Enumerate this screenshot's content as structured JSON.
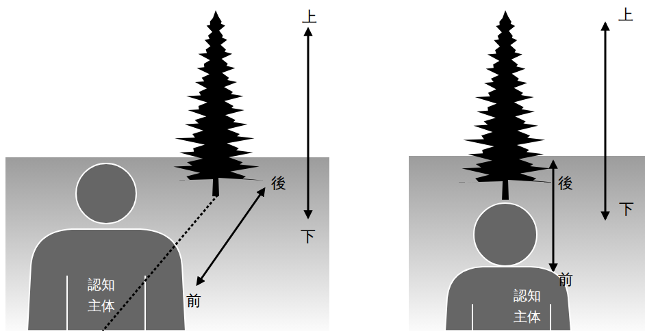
{
  "diagram": {
    "nodes": [
      {
        "text": [
          "認知 主体"
        ]
      },
      {
        "text": [
          "認知 主体"
        ]
      }
    ],
    "labels": [
      "上",
      "下",
      "後",
      "前",
      "後",
      "前",
      "上",
      "下"
    ]
  }
}
